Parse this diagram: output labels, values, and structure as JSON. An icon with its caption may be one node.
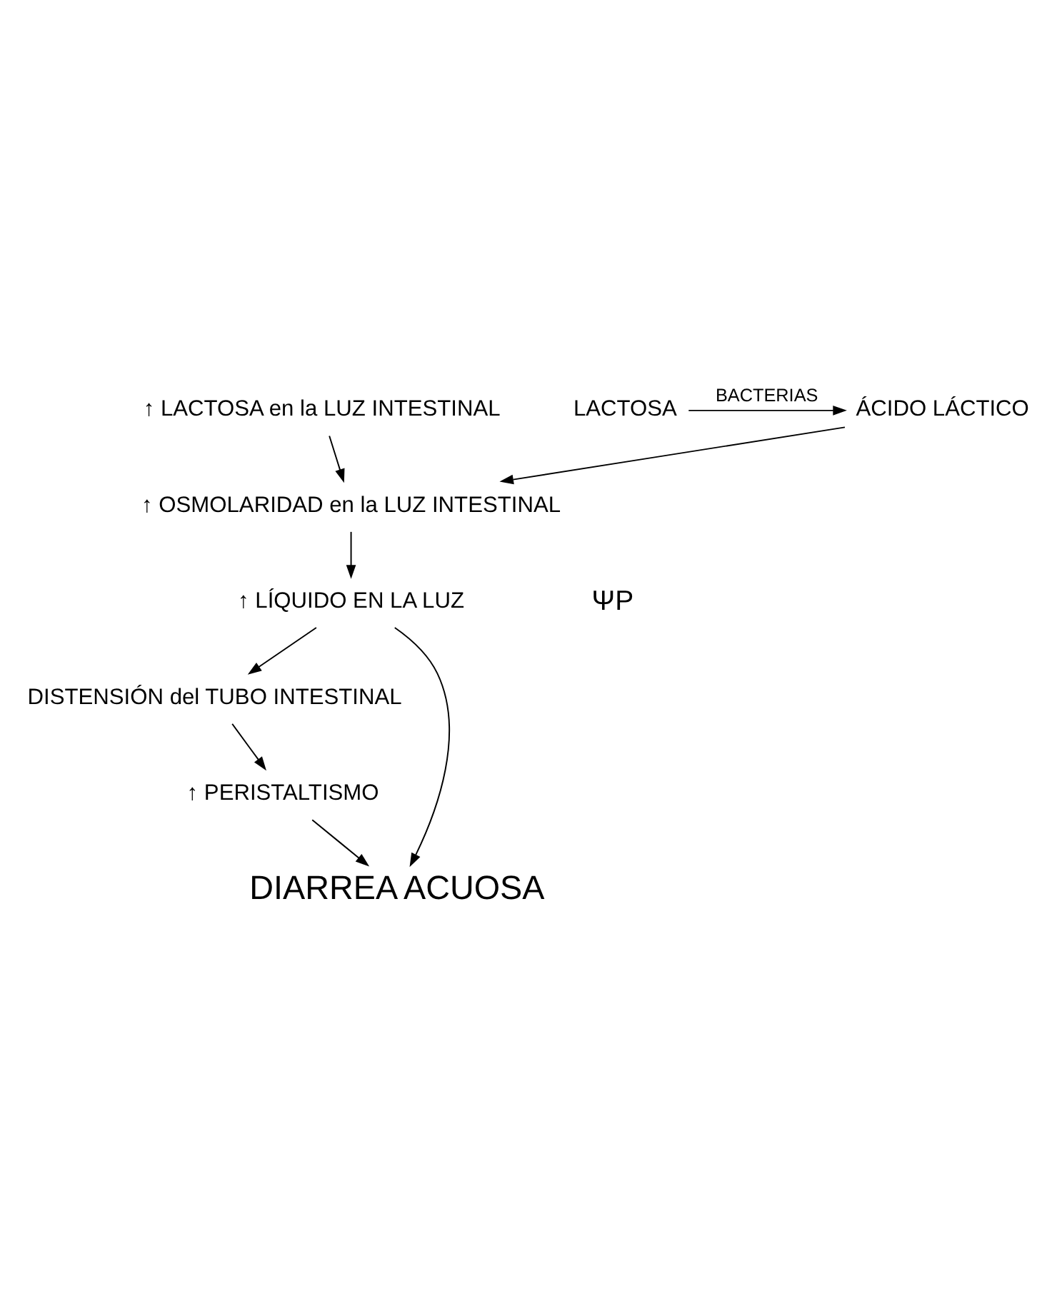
{
  "diagram": {
    "nodes": [
      {
        "text": [
          "↑ LACTOSA en la LUZ INTESTINAL"
        ]
      },
      {
        "text": [
          "LACTOSA"
        ]
      },
      {
        "text": [
          "ÁCIDO LÁCTICO"
        ]
      },
      {
        "text": [
          "↑ OSMOLARIDAD en la LUZ INTESTINAL"
        ]
      },
      {
        "text": [
          "↑ LÍQUIDO EN LA LUZ"
        ]
      },
      {
        "text": [
          "DISTENSIÓN del TUBO INTESTINAL"
        ]
      },
      {
        "text": [
          "↑ PERISTALTISMO"
        ]
      },
      {
        "text": [
          "DIARREA ACUOSA"
        ]
      }
    ],
    "edges": [
      {
        "from": 0,
        "to": 3,
        "arrow": "to"
      },
      {
        "from": 1,
        "to": 2,
        "arrow": "to",
        "label": "BACTERIAS"
      },
      {
        "from": 2,
        "to": 3,
        "arrow": "to"
      },
      {
        "from": 3,
        "to": 4,
        "arrow": "to"
      },
      {
        "from": 4,
        "to": 7,
        "arrow": "to"
      },
      {
        "from": 4,
        "to": 5,
        "arrow": "to"
      },
      {
        "from": 5,
        "to": 6,
        "arrow": "to"
      },
      {
        "from": 6,
        "to": 7,
        "arrow": "to"
      }
    ],
    "labels": [
      "ΨP"
    ]
  }
}
